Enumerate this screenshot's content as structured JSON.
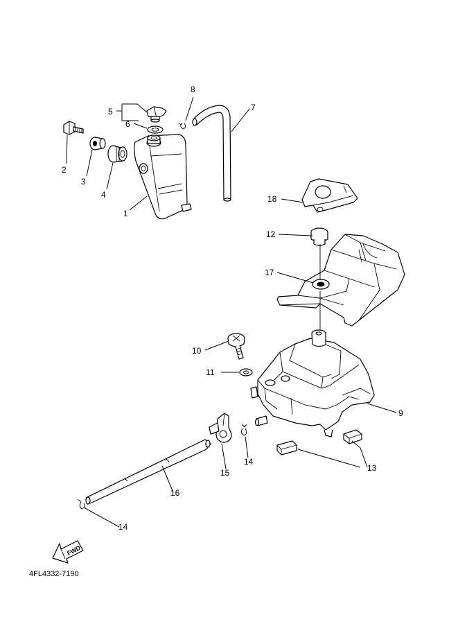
{
  "callouts": {
    "c1": "1",
    "c2": "2",
    "c3": "3",
    "c4": "4",
    "c5": "5",
    "c6": "6",
    "c7": "7",
    "c8": "8",
    "c9": "9",
    "c10": "10",
    "c11": "11",
    "c12": "12",
    "c13": "13",
    "c14a": "14",
    "c14b": "14",
    "c15": "15",
    "c16": "16",
    "c17": "17",
    "c18": "18"
  },
  "fwd_label": "FWD",
  "drawing_code": "4FL4332-7190"
}
